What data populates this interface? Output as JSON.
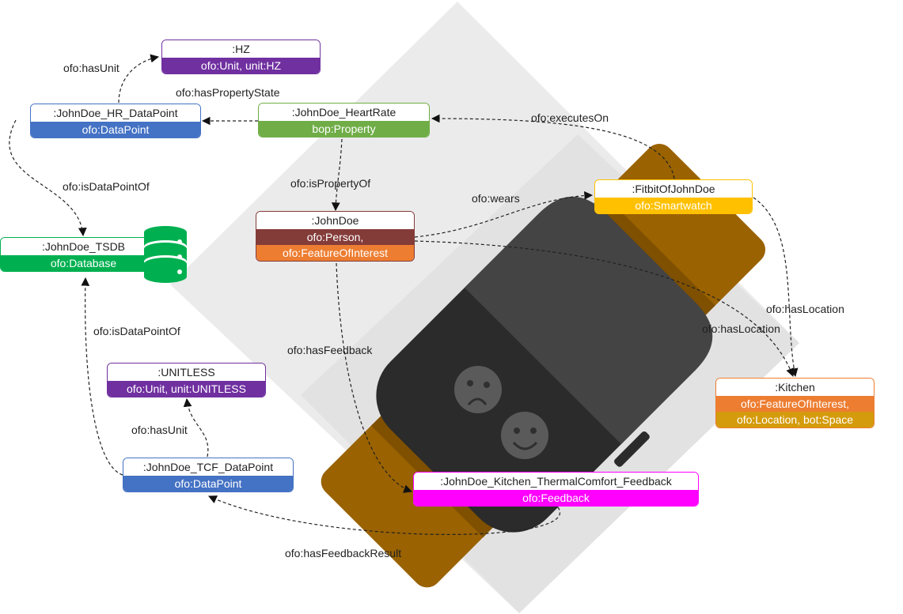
{
  "nodes": {
    "hz": {
      "title": ":HZ",
      "types": [
        "ofo:Unit, unit:HZ"
      ]
    },
    "hr_datapoint": {
      "title": ":JohnDoe_HR_DataPoint",
      "types": [
        "ofo:DataPoint"
      ]
    },
    "heartrate": {
      "title": ":JohnDoe_HeartRate",
      "types": [
        "bop:Property"
      ]
    },
    "fitbit": {
      "title": ":FitbitOfJohnDoe",
      "types": [
        "ofo:Smartwatch"
      ]
    },
    "johndoe": {
      "title": ":JohnDoe",
      "types": [
        "ofo:Person,",
        "ofo:FeatureOfInterest"
      ]
    },
    "tsdb": {
      "title": ":JohnDoe_TSDB",
      "types": [
        "ofo:Database"
      ]
    },
    "unitless": {
      "title": ":UNITLESS",
      "types": [
        "ofo:Unit, unit:UNITLESS"
      ]
    },
    "kitchen": {
      "title": ":Kitchen",
      "types": [
        "ofo:FeatureOfInterest,",
        "ofo:Location, bot:Space"
      ]
    },
    "tcf_datapoint": {
      "title": ":JohnDoe_TCF_DataPoint",
      "types": [
        "ofo:DataPoint"
      ]
    },
    "feedback": {
      "title": ":JohnDoe_Kitchen_ThermalComfort_Feedback",
      "types": [
        "ofo:Feedback"
      ]
    }
  },
  "edges": {
    "hasUnit_hz": "ofo:hasUnit",
    "hasPropertyState": "ofo:hasPropertyState",
    "executesOn": "ofo:executesOn",
    "isDataPointOf_hr": "ofo:isDataPointOf",
    "isPropertyOf": "ofo:isPropertyOf",
    "wears": "ofo:wears",
    "hasLocation_fitbit": "ofo:hasLocation",
    "hasLocation_johndoe": "ofo:hasLocation",
    "isDataPointOf_tcf": "ofo:isDataPointOf",
    "hasFeedback": "ofo:hasFeedback",
    "hasUnit_unitless": "ofo:hasUnit",
    "hasFeedbackResult": "ofo:hasFeedbackResult"
  },
  "colors": {
    "purple": "#7030a0",
    "blue": "#4472c4",
    "green": "#70ad47",
    "bright_green": "#00b050",
    "yellow": "#ffc000",
    "maroon": "#843c39",
    "orange": "#ed7d31",
    "gold": "#d49b0c",
    "magenta": "#ff00ff",
    "watch_band": "#9a6200",
    "watch_body": "#2f2f2f",
    "background_diamond": "#ebebeb"
  },
  "icons": {
    "database": "database-icon",
    "smartwatch": "smartwatch-illustration",
    "sad_face": "sad-face-icon",
    "happy_face": "happy-face-icon"
  }
}
